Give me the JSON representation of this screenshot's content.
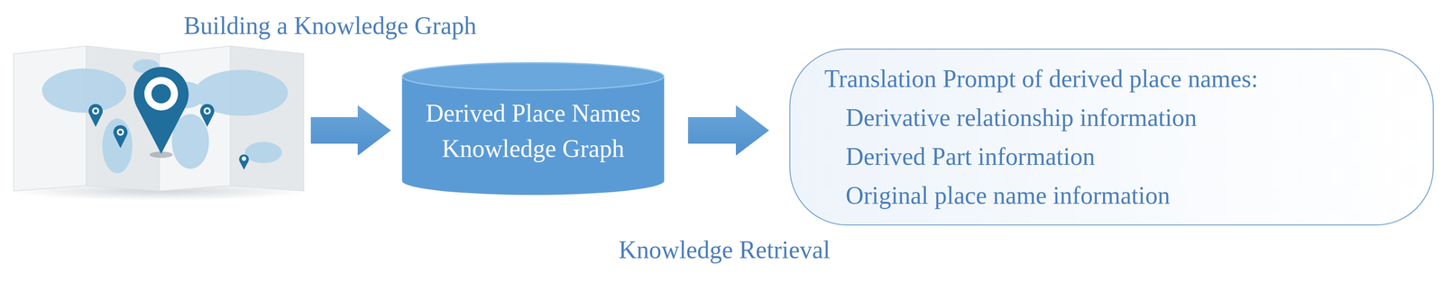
{
  "diagram": {
    "nodes": [
      {
        "text": [
          "Derived Place Names Knowledge Graph"
        ]
      },
      {
        "text": [
          "Translation Prompt of derived place names:",
          "Derivative relationship information",
          "Derived Part information",
          "Original place name information"
        ]
      }
    ],
    "edges": [
      {
        "from": 0,
        "to": 1,
        "arrow": "to"
      }
    ],
    "labels": [
      "Building a Knowledge Graph",
      "Knowledge Retrieval"
    ]
  }
}
